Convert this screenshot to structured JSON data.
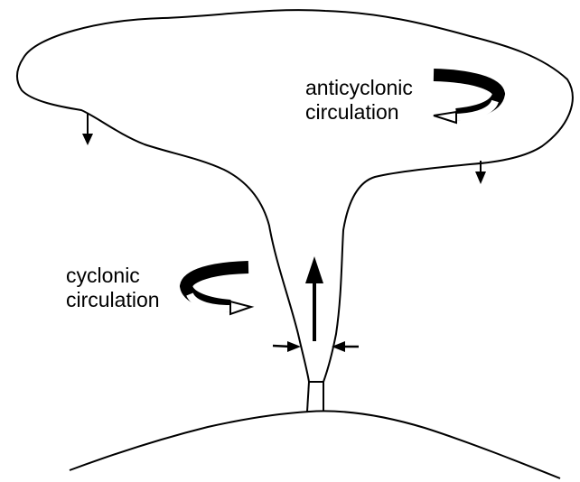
{
  "labels": {
    "anticyclonic": {
      "line1": "anticyclonic",
      "line2": "circulation"
    },
    "cyclonic": {
      "line1": "cyclonic",
      "line2": "circulation"
    }
  },
  "colors": {
    "ink": "#000000",
    "paper": "#ffffff"
  }
}
